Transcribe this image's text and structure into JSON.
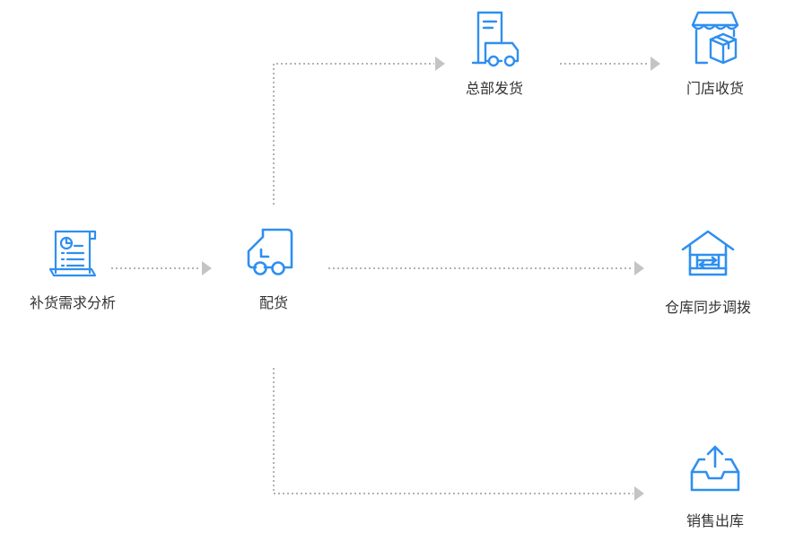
{
  "nodes": {
    "demand_analysis": {
      "label": "补货需求分析",
      "icon": "document-chart-icon"
    },
    "allocation": {
      "label": "配货",
      "icon": "delivery-truck-icon"
    },
    "hq_shipping": {
      "label": "总部发货",
      "icon": "warehouse-truck-icon"
    },
    "store_receiving": {
      "label": "门店收货",
      "icon": "storefront-package-icon"
    },
    "warehouse_transfer": {
      "label": "仓库同步调拨",
      "icon": "warehouse-transfer-icon"
    },
    "sales_outbound": {
      "label": "销售出库",
      "icon": "outbox-tray-icon"
    }
  },
  "colors": {
    "icon": "#2f8ff0",
    "connector": "#b3b3b3",
    "arrow": "#c4c4c4",
    "text": "#333333"
  }
}
